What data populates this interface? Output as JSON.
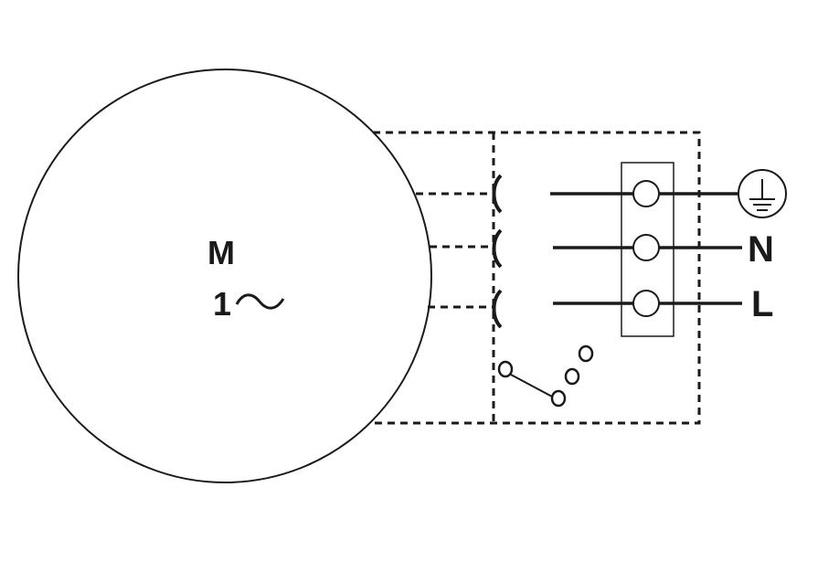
{
  "motor": {
    "label": "M",
    "phase": "1",
    "ac_symbol": "~"
  },
  "terminals": [
    {
      "id": "earth",
      "label": "",
      "symbol": "earth-ground-icon"
    },
    {
      "id": "neutral",
      "label": "N"
    },
    {
      "id": "line",
      "label": "L"
    }
  ],
  "colors": {
    "stroke": "#1a1a1a",
    "background": "#ffffff"
  }
}
